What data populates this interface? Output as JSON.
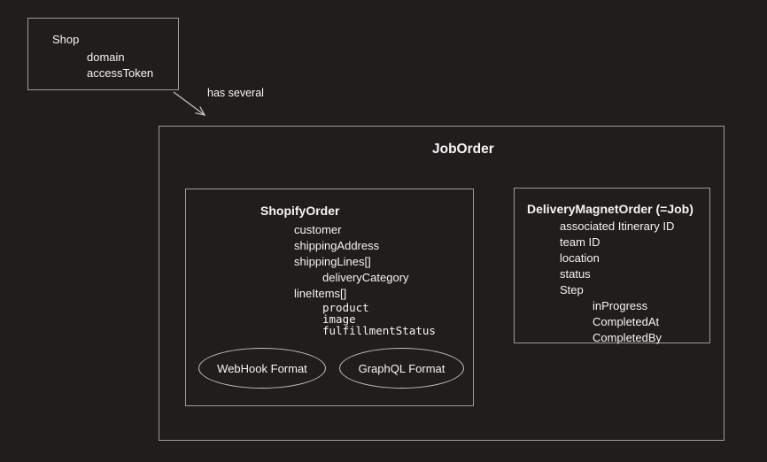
{
  "colors": {
    "background": "#201d1c",
    "box_border": "#9d9d9d",
    "ellipse_border": "#c2c2c2",
    "arrow": "#c8c8c8",
    "text": "#f5f5f5"
  },
  "diagram": {
    "shop": {
      "title": "Shop",
      "fields": [
        "domain",
        "accessToken"
      ]
    },
    "relation": {
      "label": "has several"
    },
    "job_order": {
      "title": "JobOrder"
    },
    "shopify_order": {
      "title": "ShopifyOrder",
      "fields": [
        "customer",
        "shippingAddress",
        "shippingLines[]",
        "deliveryCategory",
        "lineItems[]",
        "product",
        "image",
        "fulfillmentStatus"
      ],
      "formats": [
        "WebHook Format",
        "GraphQL Format"
      ]
    },
    "delivery_magnet_order": {
      "title": "DeliveryMagnetOrder (=Job)",
      "fields": [
        "associated Itinerary ID",
        "team ID",
        "location",
        "status",
        "Step",
        "inProgress",
        "CompletedAt",
        "CompletedBy"
      ]
    }
  }
}
